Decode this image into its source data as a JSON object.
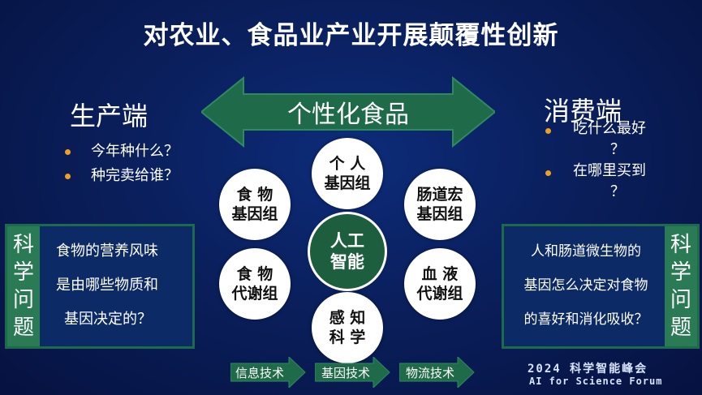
{
  "title": "对农业、食品业产业开展颠覆性创新",
  "left": {
    "header": "生产端",
    "bullets": [
      "今年种什么？",
      "种完卖给谁？"
    ]
  },
  "right": {
    "header": "消费端",
    "bullets": [
      {
        "line1": "吃什么最好",
        "line2": "？"
      },
      {
        "line1": "在哪里买到",
        "line2": "？"
      }
    ]
  },
  "banner": "个性化食品",
  "circles": {
    "top": "个  人\n基因组",
    "left_top": "食  物\n基因组",
    "left_bottom": "食  物\n代谢组",
    "right_top": "肠道宏\n基因组",
    "right_bottom": "血  液\n代谢组",
    "bottom": "感  知\n科  学",
    "center": "人工\n智能"
  },
  "science_left": {
    "label_chars": [
      "科",
      "学",
      "问",
      "题"
    ],
    "lines": [
      "食物的营养风味",
      "是由哪些物质和",
      "基因决定的？"
    ]
  },
  "science_right": {
    "label_chars": [
      "科",
      "学",
      "问",
      "题"
    ],
    "lines": [
      "人和肠道微生物的",
      "基因怎么决定对食物",
      "的喜好和消化吸收？"
    ]
  },
  "tech": [
    "信息技术",
    "基因技术",
    "物流技术"
  ],
  "forum": {
    "line1": "2024 科学智能峰会",
    "line2": "AI for Science Forum"
  },
  "colors": {
    "accent_green": "#2a7a55",
    "bullet": "#f0a020",
    "background": "#0a1f5c"
  }
}
